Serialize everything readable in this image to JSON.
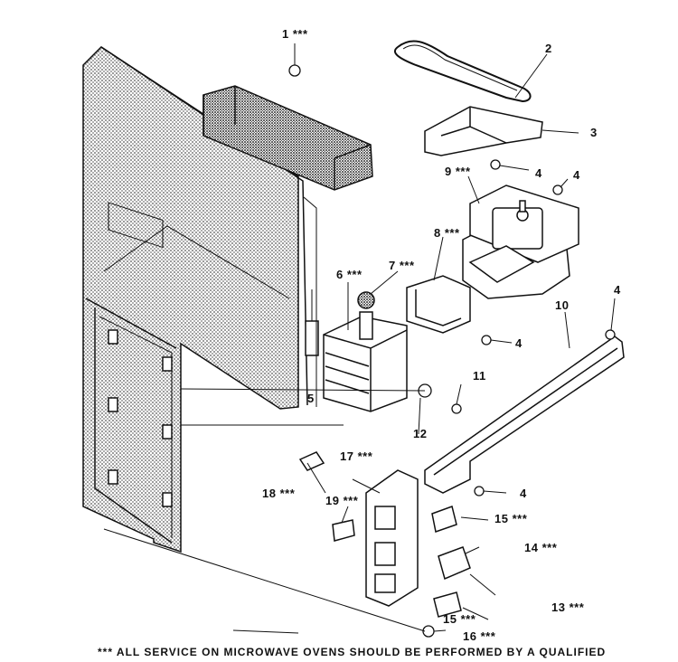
{
  "diagram": {
    "labels": {
      "p1": "1 ***",
      "p2": "2",
      "p3": "3",
      "p4a": "4",
      "p4b": "4",
      "p4c": "4",
      "p4d": "4",
      "p4e": "4",
      "p5": "5",
      "p6": "6 ***",
      "p7": "7 ***",
      "p8": "8 ***",
      "p9": "9 ***",
      "p10": "10",
      "p11": "11",
      "p12": "12",
      "p13": "13 ***",
      "p14": "14 ***",
      "p15a": "15 ***",
      "p15b": "15 ***",
      "p16": "16 ***",
      "p17": "17 ***",
      "p18": "18 ***",
      "p19": "19 ***"
    },
    "footer": "*** ALL SERVICE ON MICROWAVE OVENS SHOULD BE PERFORMED BY A QUALIFIED"
  },
  "colors": {
    "ink": "#111111",
    "paper": "#ffffff",
    "dot": "#6a6a6a"
  }
}
